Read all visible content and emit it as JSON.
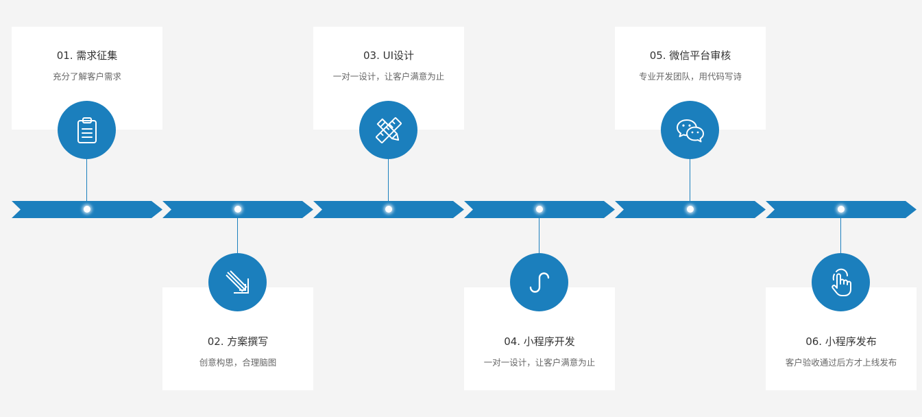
{
  "steps": [
    {
      "title": "01. 需求征集",
      "desc": "充分了解客户需求",
      "icon": "clipboard-icon"
    },
    {
      "title": "02. 方案撰写",
      "desc": "创意构思，合理脑图",
      "icon": "diagonal-arrow-icon"
    },
    {
      "title": "03. UI设计",
      "desc": "一对一设计，让客户满意为止",
      "icon": "pencil-ruler-icon"
    },
    {
      "title": "04. 小程序开发",
      "desc": "一对一设计，让客户满意为止",
      "icon": "mini-program-icon"
    },
    {
      "title": "05. 微信平台审核",
      "desc": "专业开发团队，用代码写诗",
      "icon": "wechat-icon"
    },
    {
      "title": "06. 小程序发布",
      "desc": "客户验收通过后方才上线发布",
      "icon": "hand-pointer-icon"
    }
  ],
  "colors": {
    "accent": "#1b7fbd",
    "background": "#f4f4f4",
    "card": "#ffffff",
    "title_text": "#333333",
    "desc_text": "#666666"
  }
}
